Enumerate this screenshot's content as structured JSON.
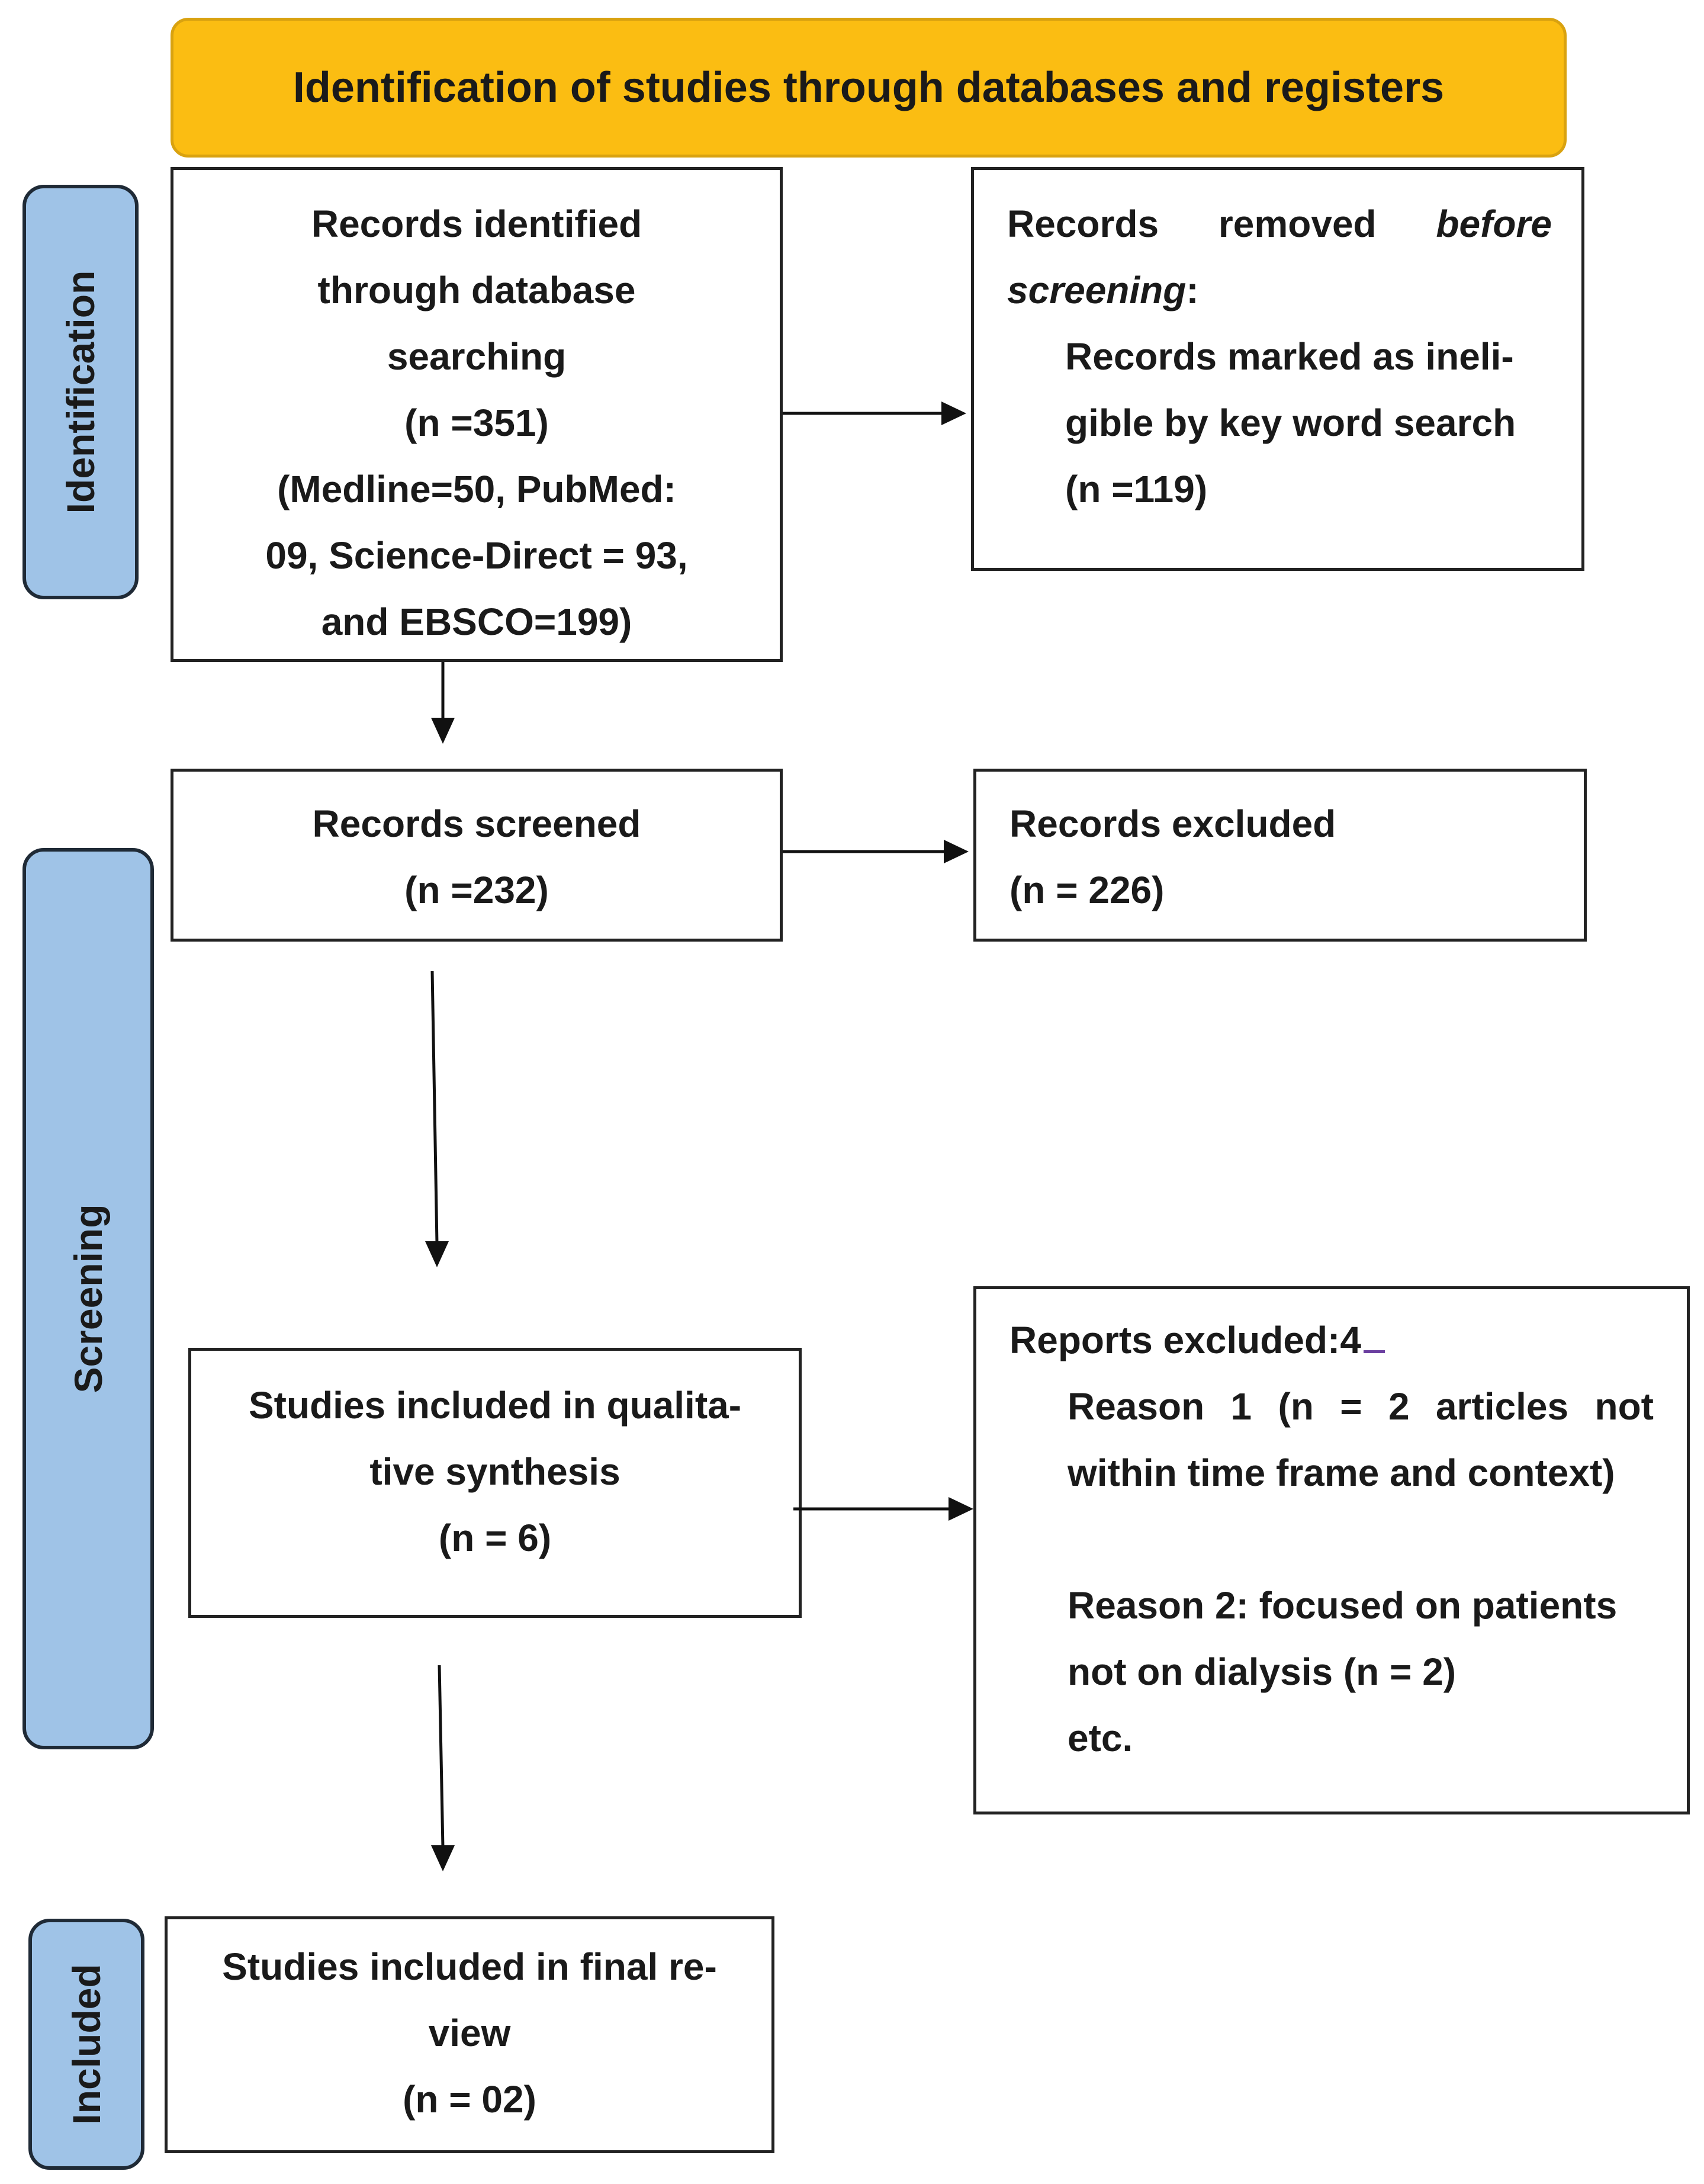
{
  "header": {
    "title": "Identification of studies through databases and registers"
  },
  "stages": {
    "identification": "Identification",
    "screening": "Screening",
    "included": "Included"
  },
  "boxes": {
    "records_identified": {
      "lines": [
        "Records identified",
        "through database",
        "searching",
        "(n =351)",
        "(Medline=50, PubMed:",
        "09, Science-Direct = 93,",
        "and EBSCO=199)"
      ]
    },
    "records_removed": {
      "line1_words": [
        "Records",
        "removed",
        "before"
      ],
      "line2_italic": "screening",
      "line2_colon": ":",
      "indent_lines": [
        "Records marked as ineli-",
        "gible by key word search",
        "(n =119)"
      ]
    },
    "records_screened": {
      "lines": [
        "Records screened",
        "(n =232)"
      ]
    },
    "records_excluded": {
      "lines": [
        "Records excluded",
        "(n = 226)"
      ]
    },
    "studies_qualitative": {
      "lines": [
        "Studies included in qualita-",
        "tive synthesis",
        "(n = 6)"
      ]
    },
    "reports_excluded": {
      "title": "Reports excluded:4",
      "reason1_words": [
        "Reason",
        "1",
        "(n",
        "=",
        "2",
        "articles",
        "not"
      ],
      "reason1_line2": "within time frame and context)",
      "reason2_lines": [
        "Reason 2: focused on patients",
        "not on dialysis (n = 2)",
        "etc."
      ]
    },
    "studies_final": {
      "lines": [
        "Studies included in final re-",
        "view",
        "(n = 02)"
      ]
    }
  },
  "colors": {
    "header_fill": "#fbbd12",
    "stage_fill": "#9fc3e7",
    "stroke": "#222222"
  }
}
